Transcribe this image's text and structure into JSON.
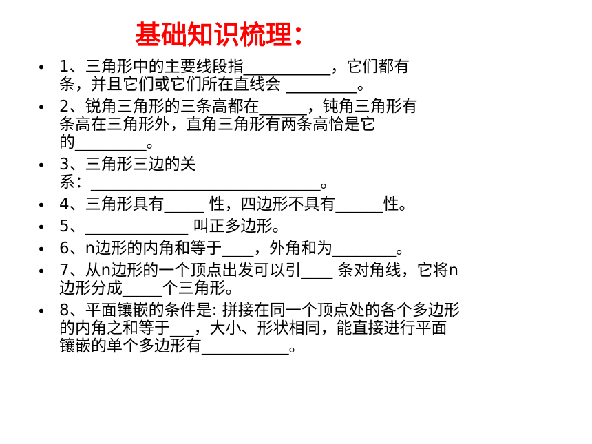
{
  "slide": {
    "title": "基础知识梳理：",
    "bullet_glyph": "•",
    "items": [
      {
        "lines": [
          "1、三角形中的主要线段指___________，它们都有",
          "条，并且它们或它们所在直线会 _________。"
        ]
      },
      {
        "lines": [
          "2、锐角三角形的三条高都在______，钝角三角形有",
          "条高在三角形外，直角三角形有两条高恰是它",
          "的_________。"
        ]
      },
      {
        "lines": [
          "3、三角形三边的关",
          "系：_____________________________。"
        ]
      },
      {
        "lines": [
          "4、三角形具有_____ 性，四边形不具有______性。"
        ]
      },
      {
        "lines": [
          "5、_____________ 叫正多边形。"
        ]
      },
      {
        "lines": [
          "6、n边形的内角和等于____，外角和为________。"
        ]
      },
      {
        "lines": [
          "7、从n边形的一个顶点出发可以引____ 条对角线，它将n",
          "边形分成_____个三角形。"
        ]
      },
      {
        "lines": [
          "8、平面镶嵌的条件是: 拼接在同一个顶点处的各个多边形",
          "的内角之和等于___，大小、形状相同，能直接进行平面",
          "镶嵌的单个多边形有___________。"
        ]
      }
    ],
    "colors": {
      "title": "#ff0000",
      "text": "#000000",
      "background": "#ffffff"
    }
  }
}
